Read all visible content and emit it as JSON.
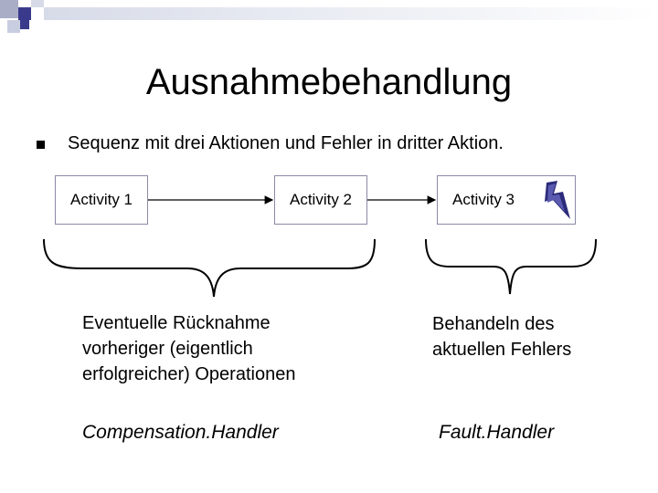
{
  "slide": {
    "title": "Ausnahmebehandlung",
    "bullet": "Sequenz mit drei Aktionen und Fehler in dritter Aktion."
  },
  "activities": [
    "Activity 1",
    "Activity 2",
    "Activity 3"
  ],
  "notes": {
    "compensation": [
      "Eventuelle Rücknahme",
      "vorheriger (eigentlich",
      "erfolgreicher) Operationen"
    ],
    "fault": [
      "Behandeln des",
      "aktuellen Fehlers"
    ]
  },
  "handlers": {
    "compensation": "Compensation.Handler",
    "fault": "Fault.Handler"
  },
  "icons": [
    "lightning-icon"
  ],
  "colors": {
    "corner_blue": "#3a3a8c",
    "corner_gray": "#a9aec6",
    "box_border": "#8a8aa6",
    "lightning": "#2b2b7a"
  }
}
